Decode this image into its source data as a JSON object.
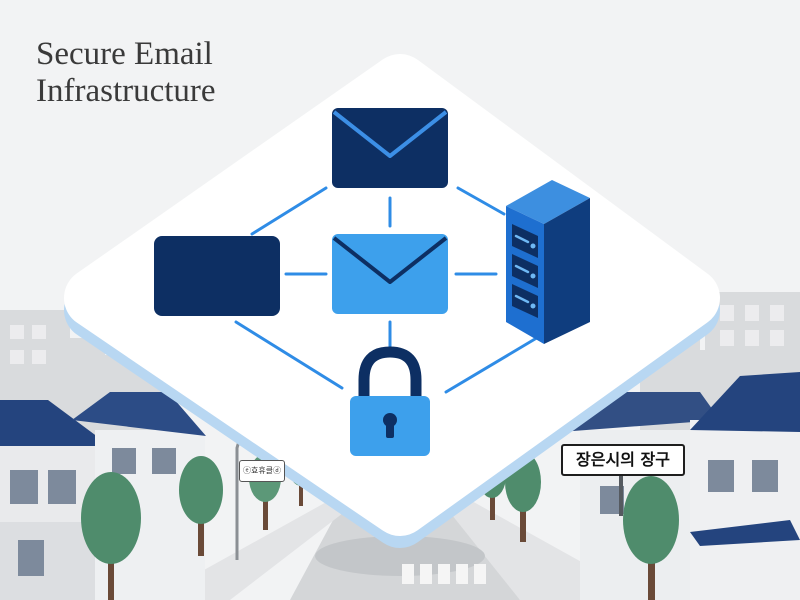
{
  "diagram": {
    "title_line1": "Secure Email",
    "title_line2": "Infrastructure",
    "street_sign": "장은시의 장구",
    "small_sign": "ⓔ효휴클ⓓ"
  },
  "icons": [
    "envelope-icon",
    "server-icon",
    "padlock-icon"
  ],
  "colors": {
    "background": "#f2f3f4",
    "navy": "#0d2f63",
    "blue": "#1e6fd0",
    "light_blue": "#3da0ec",
    "connector": "#2f8ce6",
    "platform": "#ffffff",
    "platform_edge": "#a9d0f2",
    "house_roof": "#24447e",
    "tree": "#4f8c6c"
  }
}
